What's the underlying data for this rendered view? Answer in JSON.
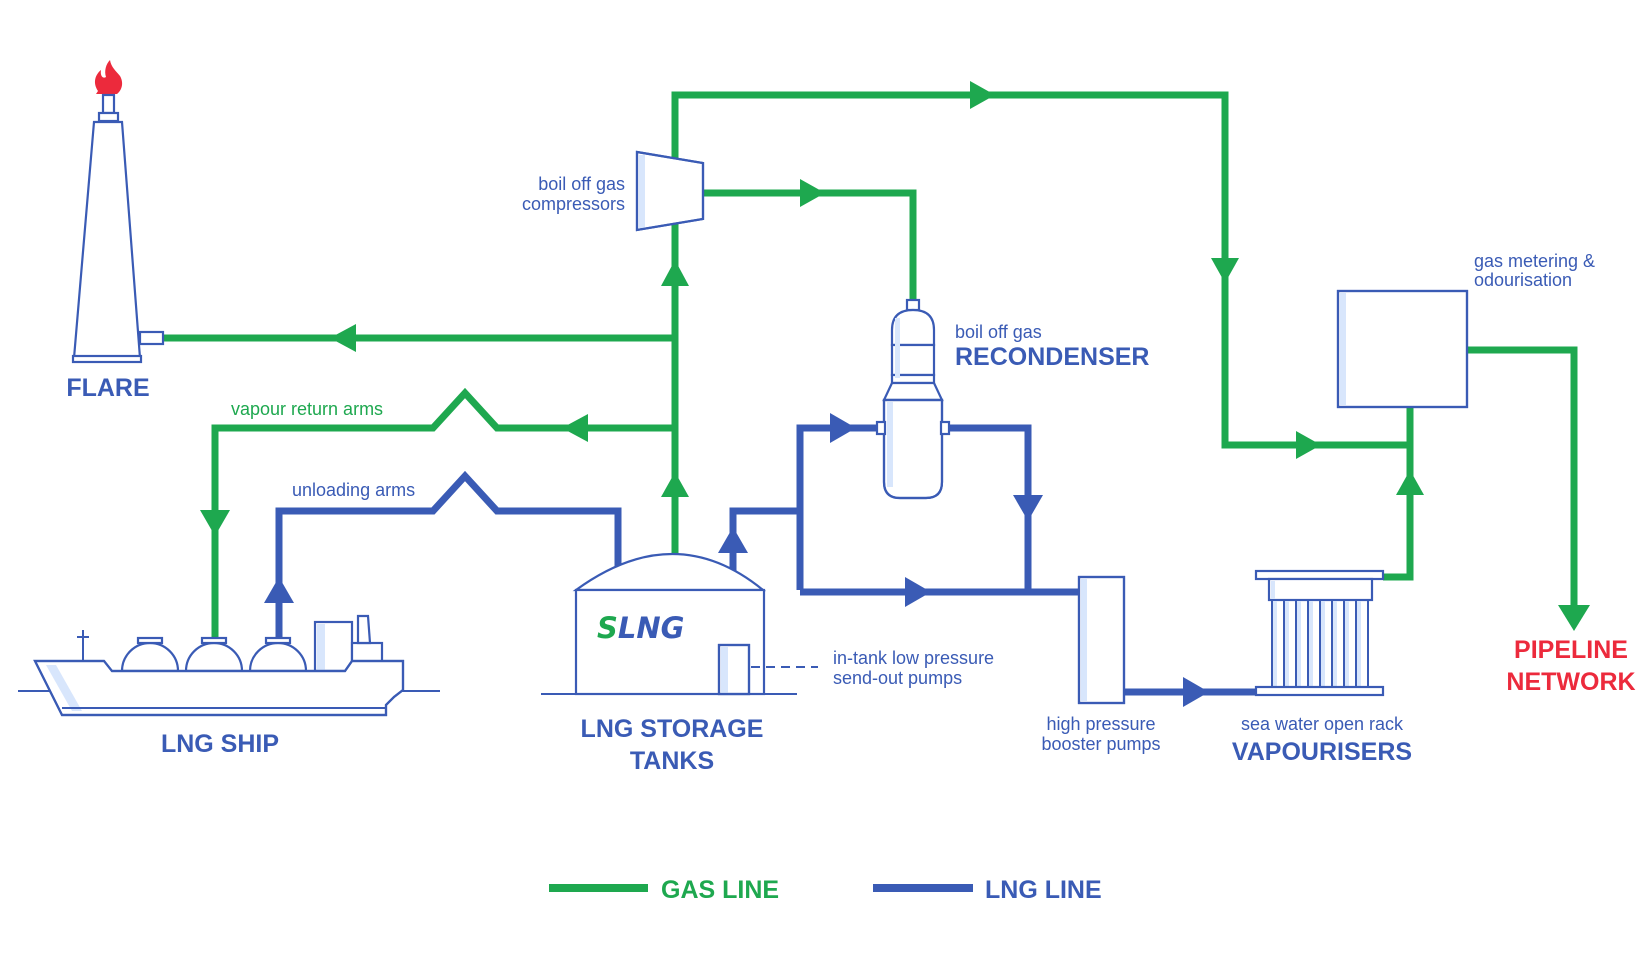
{
  "diagram": {
    "title": "LNG terminal process flow",
    "colors": {
      "gas_line": "#1ea84f",
      "lng_line": "#3a5bb5",
      "equipment_outline": "#3a5bb5",
      "equipment_shade": "#d8e6fc",
      "flame": "#ec2a3c",
      "destination_label": "#ec2a3c"
    },
    "nodes": {
      "flare": {
        "label": "FLARE",
        "icon": "flare-stack-icon"
      },
      "compressors": {
        "label_line1": "boil off gas",
        "label_line2": "compressors",
        "icon": "compressor-icon"
      },
      "recondenser": {
        "label_small": "boil off gas",
        "label_big": "RECONDENSER",
        "icon": "recondenser-icon"
      },
      "metering": {
        "label_line1": "gas metering &",
        "label_line2": "odourisation",
        "icon": "metering-box-icon"
      },
      "pipeline": {
        "label_line1": "PIPELINE",
        "label_line2": "NETWORK"
      },
      "ship": {
        "label": "LNG SHIP",
        "icon": "lng-ship-icon"
      },
      "storage": {
        "label_line1": "LNG STORAGE",
        "label_line2": "TANKS",
        "brand": "SLNG",
        "brand_first": "S",
        "brand_rest": "LNG",
        "icon": "storage-tank-icon"
      },
      "intank_pumps": {
        "label_line1": "in-tank low pressure",
        "label_line2": "send-out pumps",
        "icon": "pump-icon"
      },
      "hp_pumps": {
        "label_line1": "high pressure",
        "label_line2": "booster pumps",
        "icon": "booster-pump-icon"
      },
      "vapourisers": {
        "label_small": "sea water open rack",
        "label_big": "VAPOURISERS",
        "icon": "vapouriser-icon"
      }
    },
    "line_labels": {
      "vapour_return": "vapour return arms",
      "unloading": "unloading arms"
    },
    "flows": [
      {
        "type": "gas",
        "from": "storage",
        "to": "compressors"
      },
      {
        "type": "gas",
        "from": "compressors",
        "to": "recondenser"
      },
      {
        "type": "gas",
        "from": "compressors",
        "to": "metering"
      },
      {
        "type": "gas",
        "from": "storage",
        "to": "flare"
      },
      {
        "type": "gas",
        "from": "storage",
        "to": "ship",
        "via": "vapour return arms"
      },
      {
        "type": "lng",
        "from": "ship",
        "to": "storage",
        "via": "unloading arms"
      },
      {
        "type": "lng",
        "from": "intank_pumps",
        "to": "recondenser"
      },
      {
        "type": "lng",
        "from": "recondenser",
        "to": "hp_pumps"
      },
      {
        "type": "lng",
        "from": "hp_pumps",
        "to": "vapourisers"
      },
      {
        "type": "gas",
        "from": "vapourisers",
        "to": "metering"
      },
      {
        "type": "gas",
        "from": "metering",
        "to": "pipeline"
      }
    ],
    "legend": [
      {
        "type": "gas",
        "label": "GAS LINE"
      },
      {
        "type": "lng",
        "label": "LNG LINE"
      }
    ]
  }
}
